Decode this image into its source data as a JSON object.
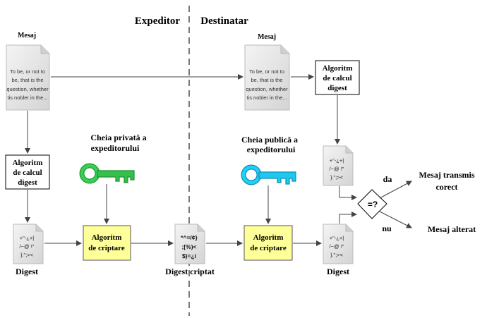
{
  "headers": {
    "sender": "Expeditor",
    "receiver": "Destinatar"
  },
  "message_label": "Mesaj",
  "message_lines": [
    "To be, or not to",
    "be, that is the",
    "question, whether",
    "tis nobler in the..."
  ],
  "hash_box_left": [
    "Algoritm",
    "de calcul",
    "digest"
  ],
  "hash_box_right": [
    "Algoritm",
    "de calcul",
    "digest"
  ],
  "digest_lines": [
    "+\"-¿+|",
    "/~@ !\"",
    "}.\";><"
  ],
  "encrypted_lines": [
    "*^=/¢}",
    ";[%)<",
    "$)=¿i"
  ],
  "digest_label_left": "Digest",
  "digest_label_right": "Digest",
  "encrypted_label": "Digest criptat",
  "private_key_label": [
    "Cheia privată a",
    "expeditorului"
  ],
  "public_key_label": [
    "Cheia publică a",
    "expeditorului"
  ],
  "encrypt_box": [
    "Algoritm",
    "de criptare"
  ],
  "decrypt_box": [
    "Algoritm",
    "de criptare"
  ],
  "compare_symbol": "=?",
  "yes_label": "da",
  "no_label": "nu",
  "result_ok": [
    "Mesaj transmis",
    "corect"
  ],
  "result_bad": "Mesaj alterat",
  "colors": {
    "private_key": "#2ec24a",
    "public_key": "#1ec8ee",
    "crypto_box": "#ffff99",
    "doc_fill": "#e9e9e9"
  }
}
